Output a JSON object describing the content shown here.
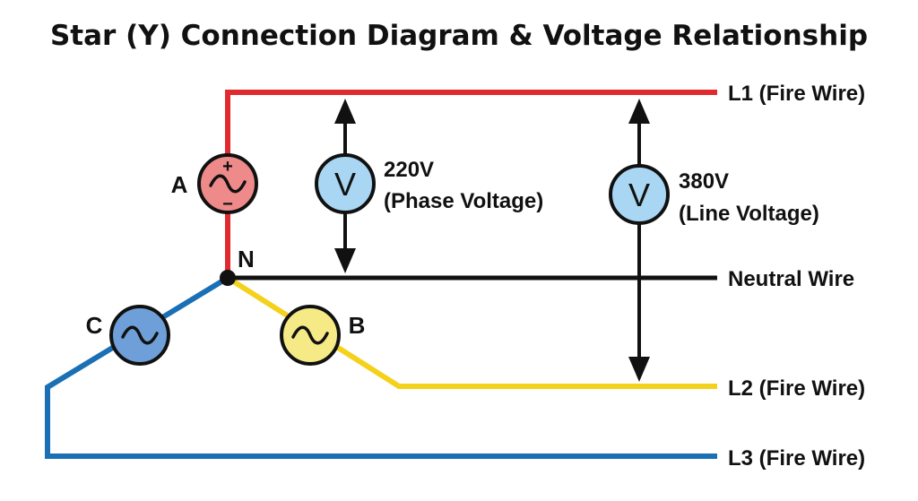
{
  "title": "Star (Y) Connection Diagram & Voltage Relationship",
  "colors": {
    "l1": "#e02a2f",
    "l2": "#f4d11a",
    "l3": "#1a6fb5",
    "neutral": "#111111",
    "source_a_fill": "#ee8a8a",
    "source_b_fill": "#f6ea86",
    "source_c_fill": "#6e9fd8",
    "voltmeter_fill": "#a9d6f2"
  },
  "wires": {
    "l1": "L1 (Fire Wire)",
    "neutral": "Neutral Wire",
    "l2": "L2 (Fire Wire)",
    "l3": "L3 (Fire Wire)"
  },
  "nodes": {
    "neutral_point": "N"
  },
  "sources": {
    "a": {
      "label": "A",
      "symbol": "~",
      "plus": "+",
      "minus": "−"
    },
    "b": {
      "label": "B",
      "symbol": "~"
    },
    "c": {
      "label": "C",
      "symbol": "~"
    }
  },
  "voltmeters": {
    "phase": {
      "symbol": "V",
      "value": "220V",
      "description": "(Phase Voltage)"
    },
    "line": {
      "symbol": "V",
      "value": "380V",
      "description": "(Line Voltage)"
    }
  }
}
